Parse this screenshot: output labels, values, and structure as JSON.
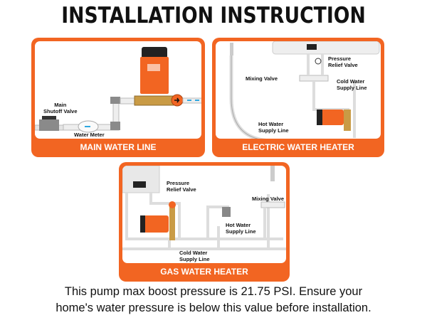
{
  "title": "INSTALLATION INSTRUCTION",
  "brand_color": "#f26522",
  "panels": [
    {
      "label": "MAIN WATER LINE",
      "callouts": {
        "valve": "Main Shutoff Valve",
        "valve_1": "Main",
        "valve_2": "Shutoff Valve",
        "meter": "Water Meter"
      }
    },
    {
      "label": "ELECTRIC WATER HEATER",
      "callouts": {
        "prv_1": "Pressure",
        "prv_2": "Relief Valve",
        "mixing": "Mixing Valve",
        "cold_1": "Cold Water",
        "cold_2": "Supply Line",
        "hot_1": "Hot Water",
        "hot_2": "Supply Line"
      }
    },
    {
      "label": "GAS WATER HEATER",
      "callouts": {
        "prv_1": "Pressure",
        "prv_2": "Relief Valve",
        "mixing": "Mixing Valve",
        "hot_1": "Hot Water",
        "hot_2": "Supply Line",
        "cold_1": "Cold Water",
        "cold_2": "Supply Line"
      }
    }
  ],
  "footer": {
    "line1": "This pump max boost pressure is 21.75 PSI. Ensure your",
    "line2": "home's water pressure is below this value before installation."
  }
}
